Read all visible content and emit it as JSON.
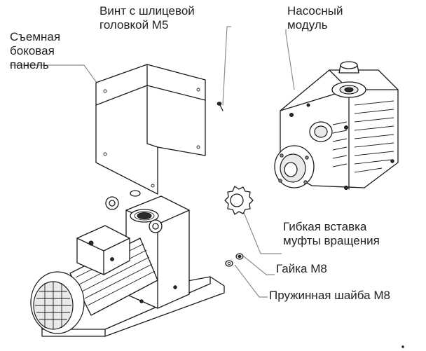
{
  "labels": {
    "side_panel": [
      "Съемная",
      "боковая",
      "панель"
    ],
    "screw": [
      "Винт с  шлицевой",
      "головкой М5"
    ],
    "pump_module": [
      "Насосный",
      "модуль"
    ],
    "coupling_insert": [
      "Гибкая вставка",
      "муфты вращения"
    ],
    "nut": "Гайка М8",
    "spring_washer": "Пружинная шайба М8"
  },
  "colors": {
    "line": "#1a1a1a",
    "leader": "#8c8c8c",
    "text": "#222222"
  }
}
